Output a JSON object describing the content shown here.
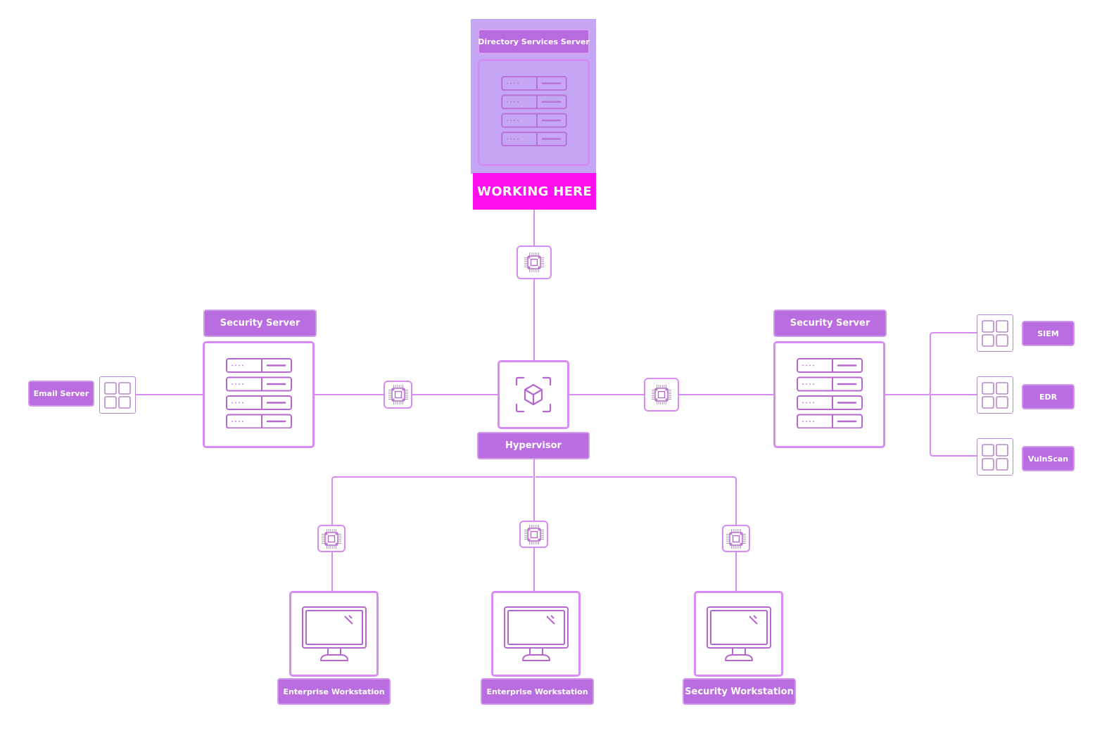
{
  "diagram": {
    "colors": {
      "line": "#d68cf3",
      "label_fill": "#b96de0",
      "icon_stroke": "#b668cf",
      "highlight_fill": "#c5a6f5",
      "banner_fill": "#ff0ef0"
    },
    "nodes": {
      "directory_server": {
        "label": "Directory Services Server",
        "icon": "server-rack-icon",
        "banner": "WORKING HERE"
      },
      "hypervisor": {
        "label": "Hypervisor",
        "icon": "cube-scan-icon"
      },
      "security_server_left": {
        "label": "Security Server",
        "icon": "server-rack-icon"
      },
      "security_server_right": {
        "label": "Security Server",
        "icon": "server-rack-icon"
      },
      "email_server": {
        "label": "Email Server",
        "icon": "app-grid-icon"
      },
      "siem": {
        "label": "SIEM",
        "icon": "app-grid-icon"
      },
      "edr": {
        "label": "EDR",
        "icon": "app-grid-icon"
      },
      "vulnscan": {
        "label": "VulnScan",
        "icon": "app-grid-icon"
      },
      "workstation_1": {
        "label": "Enterprise Workstation",
        "icon": "monitor-icon"
      },
      "workstation_2": {
        "label": "Enterprise Workstation",
        "icon": "monitor-icon"
      },
      "workstation_3": {
        "label": "Security Workstation",
        "icon": "monitor-icon"
      }
    },
    "connectors": {
      "icon": "cpu-chip-icon",
      "edges": [
        [
          "hypervisor",
          "directory_server"
        ],
        [
          "hypervisor",
          "security_server_left"
        ],
        [
          "hypervisor",
          "security_server_right"
        ],
        [
          "hypervisor",
          "workstation_1"
        ],
        [
          "hypervisor",
          "workstation_2"
        ],
        [
          "hypervisor",
          "workstation_3"
        ],
        [
          "security_server_left",
          "email_server"
        ],
        [
          "security_server_right",
          "siem"
        ],
        [
          "security_server_right",
          "edr"
        ],
        [
          "security_server_right",
          "vulnscan"
        ]
      ]
    }
  }
}
